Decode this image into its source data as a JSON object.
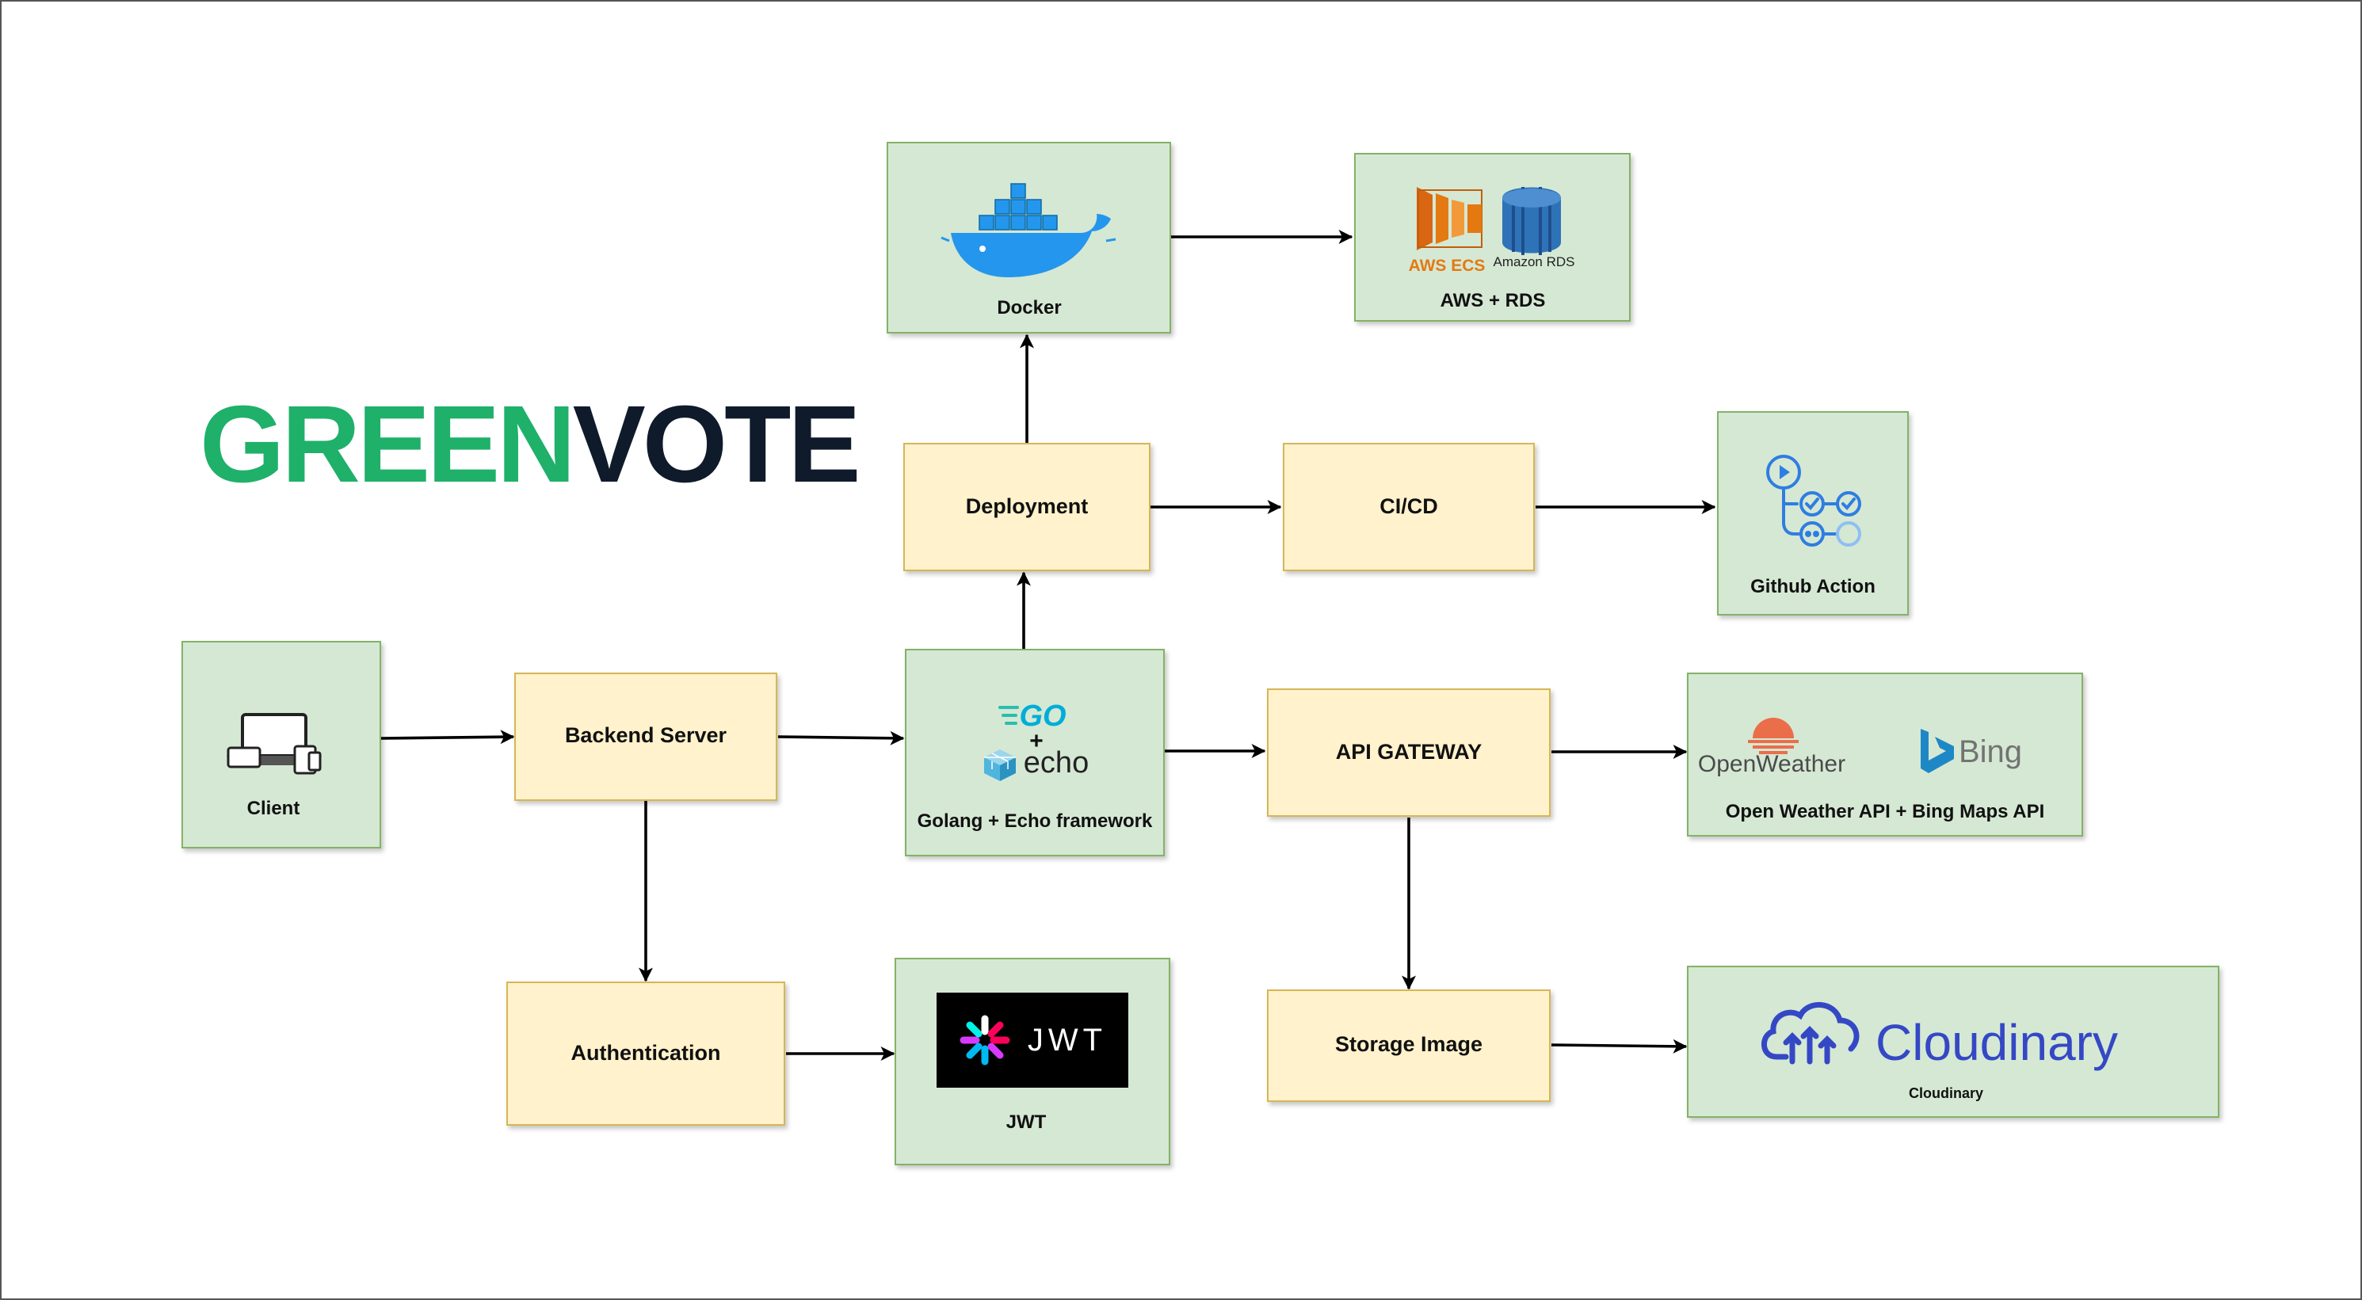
{
  "logo": {
    "part1": "GREEN",
    "part2": "VOTE",
    "color1": "#1fb06a",
    "color2": "#0f1b2a"
  },
  "nodes": {
    "client": {
      "label": "Client"
    },
    "backend": {
      "label": "Backend Server"
    },
    "authentication": {
      "label": "Authentication"
    },
    "jwt": {
      "label": "JWT",
      "logo_text": "JWT"
    },
    "golang": {
      "label": "Golang + Echo framework",
      "go_text": "GO",
      "plus": "+",
      "echo_text": "echo"
    },
    "deployment": {
      "label": "Deployment"
    },
    "docker": {
      "label": "Docker"
    },
    "aws": {
      "label": "AWS + RDS",
      "ecs_text": "AWS ECS",
      "rds_text": "Amazon RDS"
    },
    "cicd": {
      "label": "CI/CD"
    },
    "github": {
      "label": "Github Action"
    },
    "gateway": {
      "label": "API GATEWAY"
    },
    "weather": {
      "label": "Open Weather API + Bing Maps API",
      "ow_text": "OpenWeather",
      "bing_text": "Bing"
    },
    "storage": {
      "label": "Storage Image"
    },
    "cloudinary": {
      "label": "Cloudinary",
      "logo_text": "Cloudinary"
    }
  },
  "edges": [
    {
      "from": "client",
      "to": "backend"
    },
    {
      "from": "backend",
      "to": "golang"
    },
    {
      "from": "backend",
      "to": "authentication"
    },
    {
      "from": "authentication",
      "to": "jwt"
    },
    {
      "from": "golang",
      "to": "deployment"
    },
    {
      "from": "golang",
      "to": "gateway"
    },
    {
      "from": "deployment",
      "to": "docker"
    },
    {
      "from": "deployment",
      "to": "cicd"
    },
    {
      "from": "docker",
      "to": "aws"
    },
    {
      "from": "cicd",
      "to": "github"
    },
    {
      "from": "gateway",
      "to": "weather"
    },
    {
      "from": "gateway",
      "to": "storage"
    },
    {
      "from": "storage",
      "to": "cloudinary"
    }
  ],
  "colors": {
    "service_fill": "#d5e8d4",
    "service_border": "#82b366",
    "process_fill": "#fff2cc",
    "process_border": "#d6b656",
    "docker_blue": "#2496ed",
    "aws_orange": "#e47911",
    "rds_blue": "#2e5a9c",
    "github_blue": "#2f7de1",
    "openweather_orange": "#eb6e4b",
    "bing_blue": "#1e88c7",
    "cloudinary_blue": "#3448c5",
    "jwt_bg": "#000000"
  }
}
